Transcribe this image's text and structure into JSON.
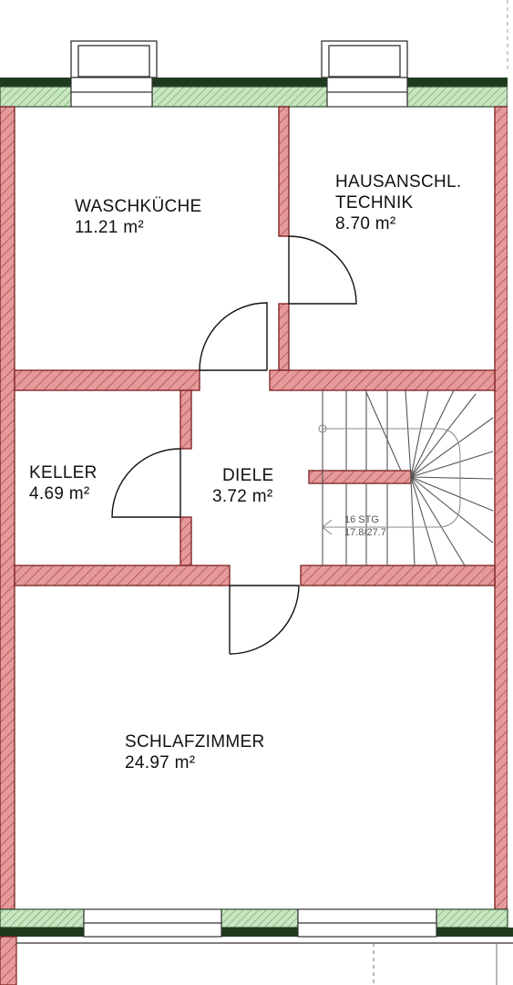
{
  "floor_plan": {
    "rooms": [
      {
        "id": "waschkueche",
        "name": "WASCHKÜCHE",
        "area": "11.21 m²"
      },
      {
        "id": "hausanschluss",
        "name": "HAUSANSCHL.",
        "name_line2": "TECHNIK",
        "area": "8.70 m²"
      },
      {
        "id": "keller",
        "name": "KELLER",
        "area": "4.69 m²"
      },
      {
        "id": "diele",
        "name": "DIELE",
        "area": "3.72 m²"
      },
      {
        "id": "schlafzimmer",
        "name": "SCHLAFZIMMER",
        "area": "24.97 m²"
      }
    ],
    "stair": {
      "steps": "16 STG",
      "dimensions": "17.8/27.7"
    },
    "colors": {
      "wall_fill": "#e5999b",
      "wall_outline": "#7a1f1f",
      "insulation_fill": "#c6e6c0",
      "line": "#111111",
      "stair_line": "#555555"
    }
  }
}
